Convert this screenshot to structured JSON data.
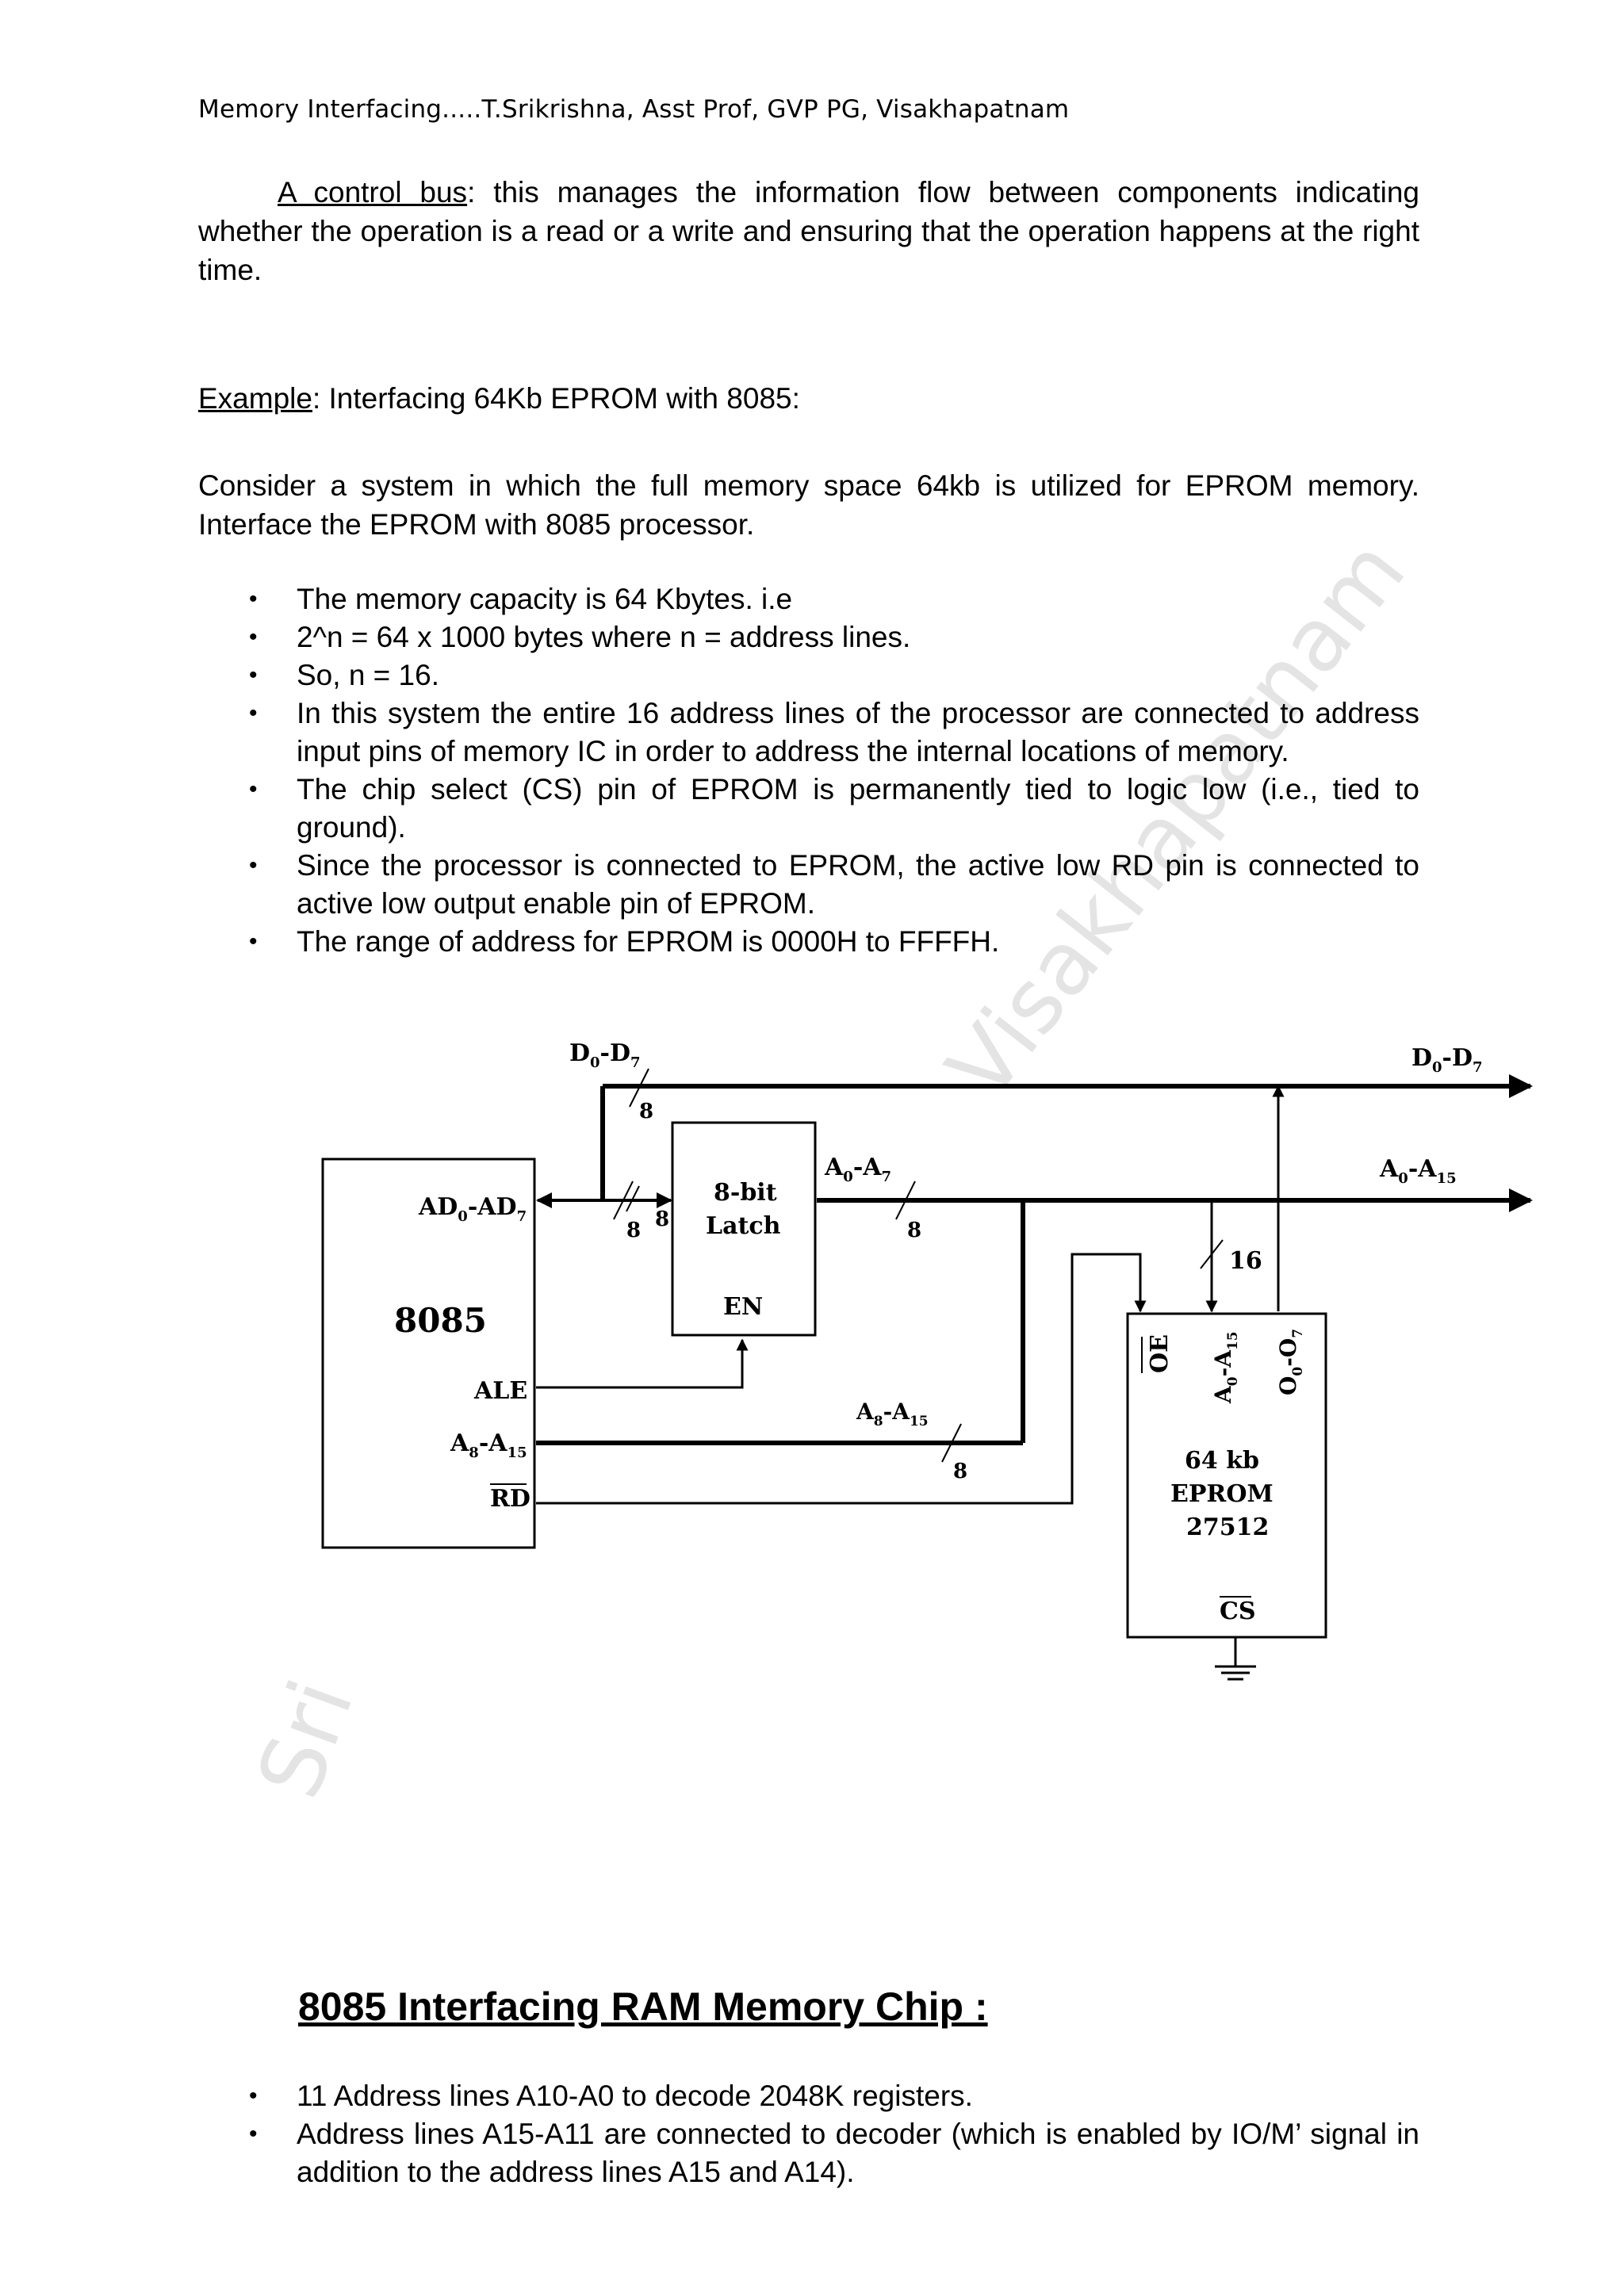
{
  "header": {
    "running_head": "Memory Interfacing.....T.Srikrishna, Asst Prof, GVP PG, Visakhapatnam"
  },
  "watermark": {
    "top_text": "Visakhapatnam",
    "bottom_text": "Sri"
  },
  "control_bus": {
    "term": "A control bus",
    "text": ": this manages the information flow between components indicating whether the operation is a read or a write and ensuring that the operation happens at the right time."
  },
  "example": {
    "label": "Example",
    "title": ": Interfacing  64Kb EPROM with 8085:",
    "intro": "Consider a system in which the full memory space 64kb is utilized for EPROM memory. Interface the EPROM with 8085 processor.",
    "bullets": [
      "The memory capacity is 64 Kbytes. i.e",
      "2^n = 64 x 1000 bytes where n = address lines.",
      "So, n = 16.",
      "In this system the entire 16 address lines of the processor are connected to address input pins of memory IC in order to address the internal locations of memory.",
      "The chip select (CS) pin of EPROM is permanently  tied to logic low (i.e., tied to ground).",
      "Since the processor is connected to EPROM, the active low RD pin is connected to active low output enable pin of EPROM.",
      "The range of address for EPROM is 0000H to FFFFH."
    ]
  },
  "diagram": {
    "cpu": {
      "name": "8085",
      "ad_label": "AD",
      "ad_sub_from": "0",
      "ad_sub_to": "7",
      "ale": "ALE",
      "a_label": "A",
      "a_sub_from": "8",
      "a_sub_to": "15",
      "rd": "RD"
    },
    "latch": {
      "line1": "8-bit",
      "line2": "Latch",
      "en": "EN"
    },
    "eprom": {
      "line1": "64 kb",
      "line2": "EPROM",
      "line3": "27512",
      "oe": "OE",
      "cs": "CS",
      "addr_pin": "A",
      "addr_from": "0",
      "addr_to": "15",
      "data_pin": "O",
      "data_from": "0",
      "data_to": "7"
    },
    "bus_labels": {
      "d_left": "D",
      "d_left_from": "0",
      "d_left_to": "7",
      "d_right": "D",
      "d_right_from": "0",
      "d_right_to": "7",
      "a_low": "A",
      "a_low_from": "0",
      "a_low_to": "7",
      "a_high": "A",
      "a_high_from": "8",
      "a_high_to": "15",
      "a_full": "A",
      "a_full_from": "0",
      "a_full_to": "15"
    },
    "widths": {
      "w_data": "8",
      "w_ad": "8",
      "w_latch": "8",
      "w_low": "8",
      "w_high": "8",
      "w_full": "16"
    }
  },
  "ram_section": {
    "heading": "8085 Interfacing RAM Memory Chip :",
    "bullets": [
      "11 Address lines A10-A0 to decode 2048K registers.",
      "Address lines A15-A11 are connected to decoder (which is enabled by IO/M’ signal in addition to the address lines A15 and A14)."
    ]
  }
}
